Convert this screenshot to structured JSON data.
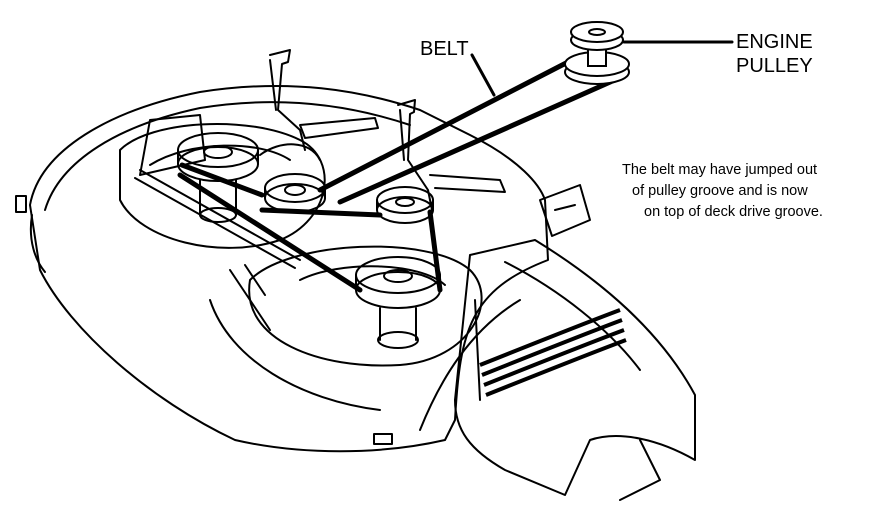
{
  "labels": {
    "belt": "BELT",
    "engine_pulley_line1": "ENGINE",
    "engine_pulley_line2": "PULLEY"
  },
  "note": {
    "line1": "The belt may have jumped out",
    "line2": "of pulley groove and is now",
    "line3": "on top of deck drive groove."
  }
}
